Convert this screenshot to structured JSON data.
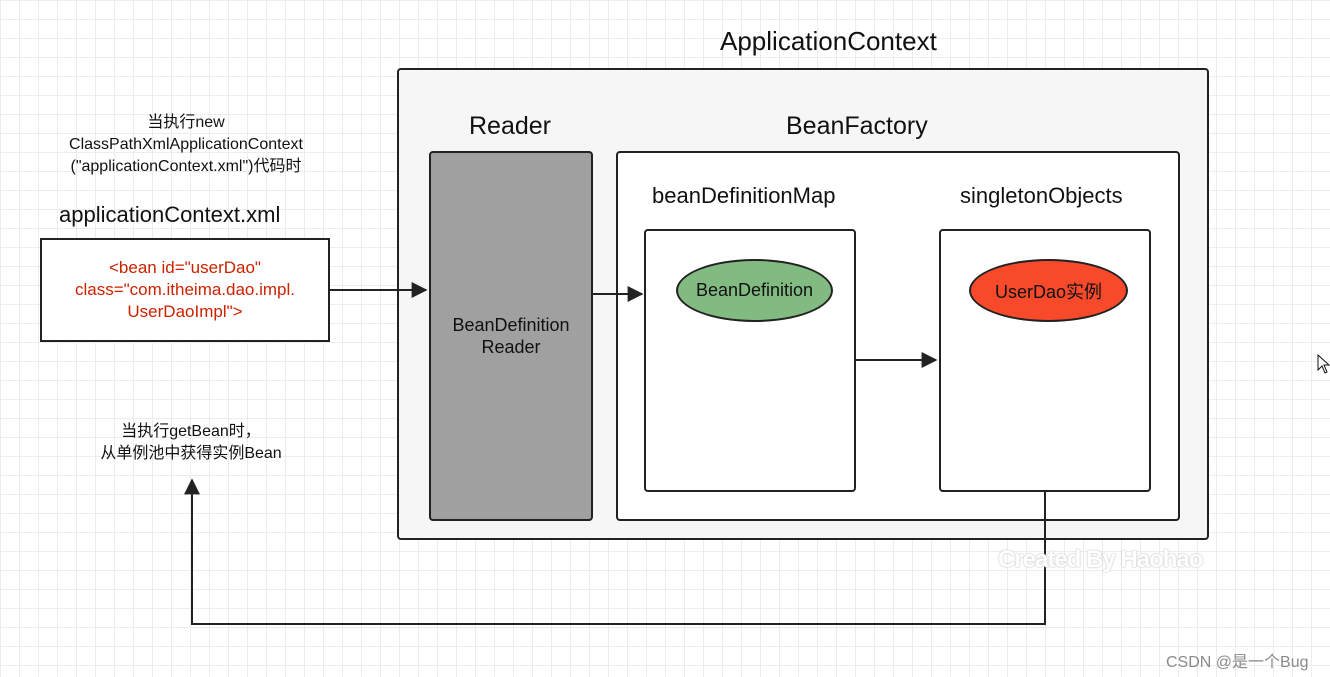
{
  "application_context": {
    "title": "ApplicationContext"
  },
  "reader": {
    "title": "Reader",
    "body_line1": "BeanDefinition",
    "body_line2": "Reader"
  },
  "bean_factory": {
    "title": "BeanFactory",
    "bean_definition_map": {
      "title": "beanDefinitionMap",
      "item": "BeanDefinition",
      "item_color": "#82bb82"
    },
    "singleton_objects": {
      "title": "singletonObjects",
      "item": "UserDao实例",
      "item_color": "#f84a2a"
    }
  },
  "xml_file": {
    "title": "applicationContext.xml",
    "line1": "<bean id=\"userDao\"",
    "line2": "class=\"com.itheima.dao.impl.",
    "line3": "UserDaoImpl\">",
    "text_color": "#cc2200"
  },
  "note_new": {
    "line1": "当执行new",
    "line2": "ClassPathXmlApplicationContext",
    "line3": "(\"applicationContext.xml\")代码时"
  },
  "note_getbean": {
    "line1": "当执行getBean时，",
    "line2": "从单例池中获得实例Bean"
  },
  "watermark": "Created By Haohao",
  "csdn_credit": "CSDN @是一个Bug"
}
